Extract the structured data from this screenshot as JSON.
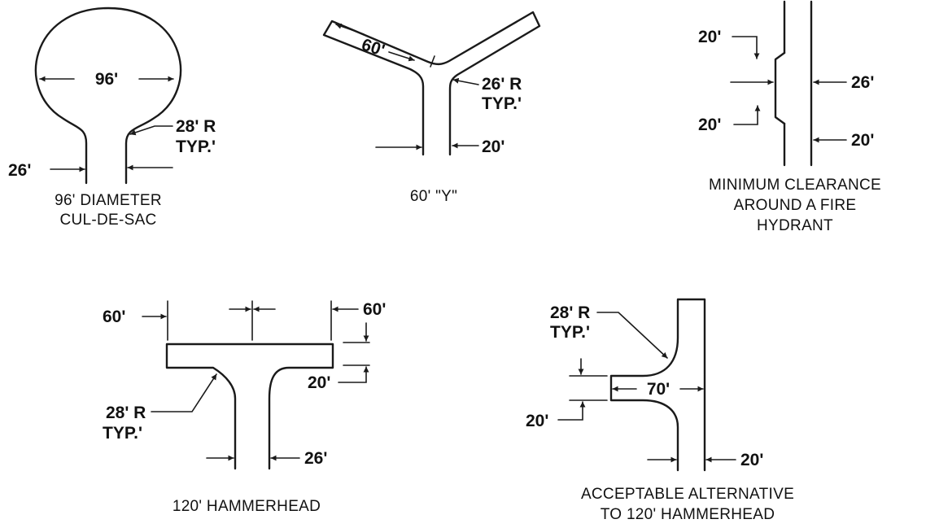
{
  "figures": {
    "cul_de_sac": {
      "caption_line1": "96' DIAMETER",
      "caption_line2": "CUL-DE-SAC",
      "diameter": "96'",
      "radius_line1": "28' R",
      "radius_line2": "TYP.'",
      "width": "26'"
    },
    "y_turnaround": {
      "caption": "60' \"Y\"",
      "leg_length": "60'",
      "radius_line1": "26' R",
      "radius_line2": "TYP.'",
      "width": "20'"
    },
    "hydrant": {
      "caption_line1": "MINIMUM CLEARANCE",
      "caption_line2": "AROUND A FIRE",
      "caption_line3": "HYDRANT",
      "top_taper": "20'",
      "bottom_taper": "20'",
      "wide_width": "26'",
      "road_width": "20'"
    },
    "hammerhead": {
      "caption": "120' HAMMERHEAD",
      "left_arm": "60'",
      "right_arm": "60'",
      "arm_width": "20'",
      "radius_line1": "28' R",
      "radius_line2": "TYP.'",
      "stem_width": "26'"
    },
    "alternative": {
      "caption_line1": "ACCEPTABLE ALTERNATIVE",
      "caption_line2": "TO 120' HAMMERHEAD",
      "radius_line1": "28' R",
      "radius_line2": "TYP.'",
      "arm_length": "70'",
      "arm_width": "20'",
      "road_width": "20'"
    }
  }
}
